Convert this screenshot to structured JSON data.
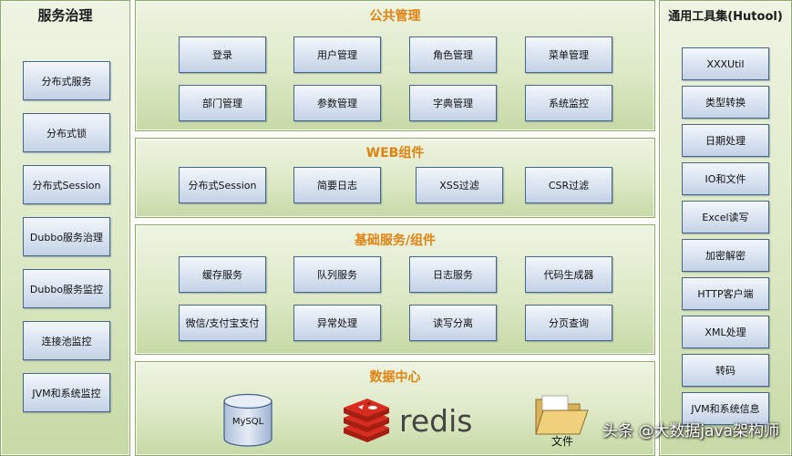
{
  "left_panel": {
    "title": "服务治理",
    "items": [
      "分布式服务",
      "分布式锁",
      "分布式Session",
      "Dubbo服务治理",
      "Dubbo服务监控",
      "连接池监控",
      "JVM和系统监控"
    ]
  },
  "public_panel": {
    "title": "公共管理",
    "items": [
      "登录",
      "用户管理",
      "角色管理",
      "菜单管理",
      "部门管理",
      "参数管理",
      "字典管理",
      "系统监控"
    ]
  },
  "web_panel": {
    "title": "WEB组件",
    "items": [
      "分布式Session",
      "简要日志",
      "XSS过滤",
      "CSR过滤"
    ]
  },
  "base_panel": {
    "title": "基础服务/组件",
    "items": [
      "缓存服务",
      "队列服务",
      "日志服务",
      "代码生成器",
      "微信/支付宝支付",
      "异常处理",
      "读写分离",
      "分页查询"
    ]
  },
  "data_panel": {
    "title": "数据中心",
    "mysql_label": "MySQL",
    "redis_label": "redis",
    "file_label": "文件"
  },
  "right_panel": {
    "title": "通用工具集(Hutool)",
    "items": [
      "XXXUtil",
      "类型转换",
      "日期处理",
      "IO和文件",
      "Excel读写",
      "加密解密",
      "HTTP客户端",
      "XML处理",
      "转码",
      "JVM和系统信息"
    ]
  },
  "watermark": "头条 @大数据java架构师",
  "colors": {
    "panel_border": "#8fa86c",
    "box_border": "#46668f",
    "mid_title": "#e0820f",
    "redis_red": "#d82c20"
  }
}
